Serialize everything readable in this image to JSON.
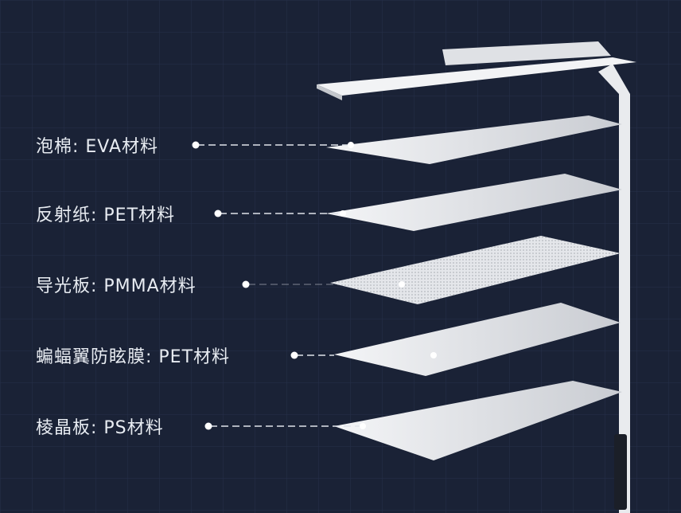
{
  "layers": [
    {
      "name": "泡棉",
      "material": "EVA材料",
      "label": "泡棉: EVA材料"
    },
    {
      "name": "反射纸",
      "material": "PET材料",
      "label": "反射纸: PET材料"
    },
    {
      "name": "导光板",
      "material": "PMMA材料",
      "label": "导光板: PMMA材料"
    },
    {
      "name": "蝙蝠翼防眩膜",
      "material": "PET材料",
      "label": "蝙蝠翼防眩膜: PET材料"
    },
    {
      "name": "棱晶板",
      "material": "PS材料",
      "label": "棱晶板: PS材料"
    }
  ],
  "colors": {
    "background": "#1a2236",
    "panel": "#eef0f2",
    "text": "#e8ecf2"
  }
}
